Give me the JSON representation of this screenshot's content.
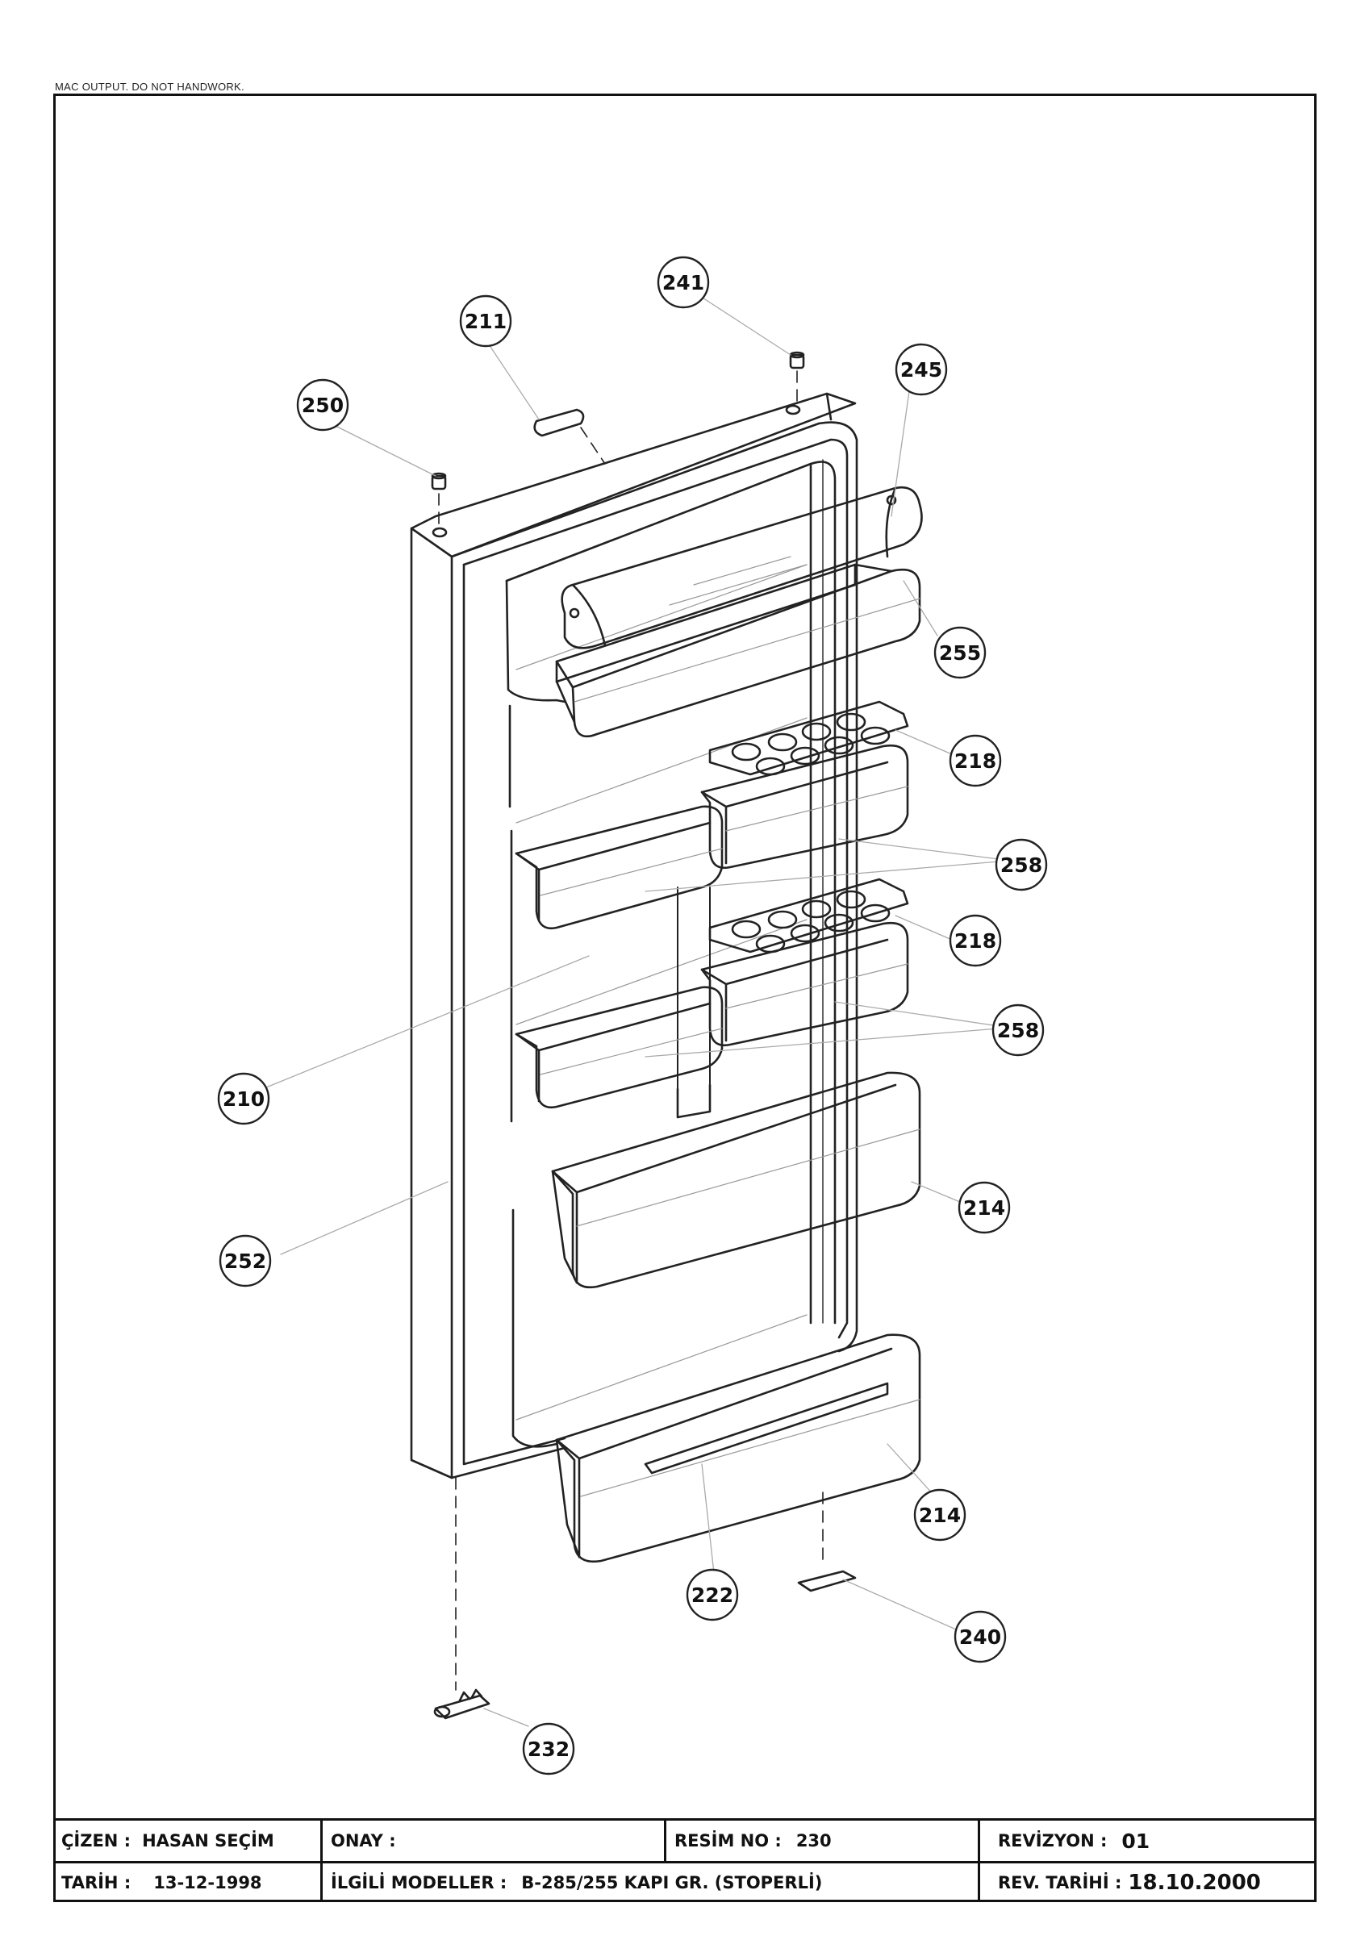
{
  "note": "MAC OUTPUT. DO NOT HANDWORK.",
  "title_block": {
    "drawn_by_label": "ÇİZEN :",
    "drawn_by": "HASAN SEÇİM",
    "approval_label": "ONAY :",
    "approval": "",
    "drawing_no_label": "RESİM NO :",
    "drawing_no": "230",
    "revision_label": "REVİZYON :",
    "revision": "01",
    "date_label": "TARİH :",
    "date": "13-12-1998",
    "models_label": "İLGİLİ MODELLER :",
    "models": "B-285/255 KAPI GR. (STOPERLİ)",
    "rev_date_label": "REV. TARİHİ :",
    "rev_date": "18.10.2000"
  },
  "callouts": [
    "241",
    "211",
    "245",
    "250",
    "255",
    "218",
    "258",
    "218",
    "258",
    "210",
    "214",
    "252",
    "214",
    "222",
    "240",
    "232"
  ]
}
